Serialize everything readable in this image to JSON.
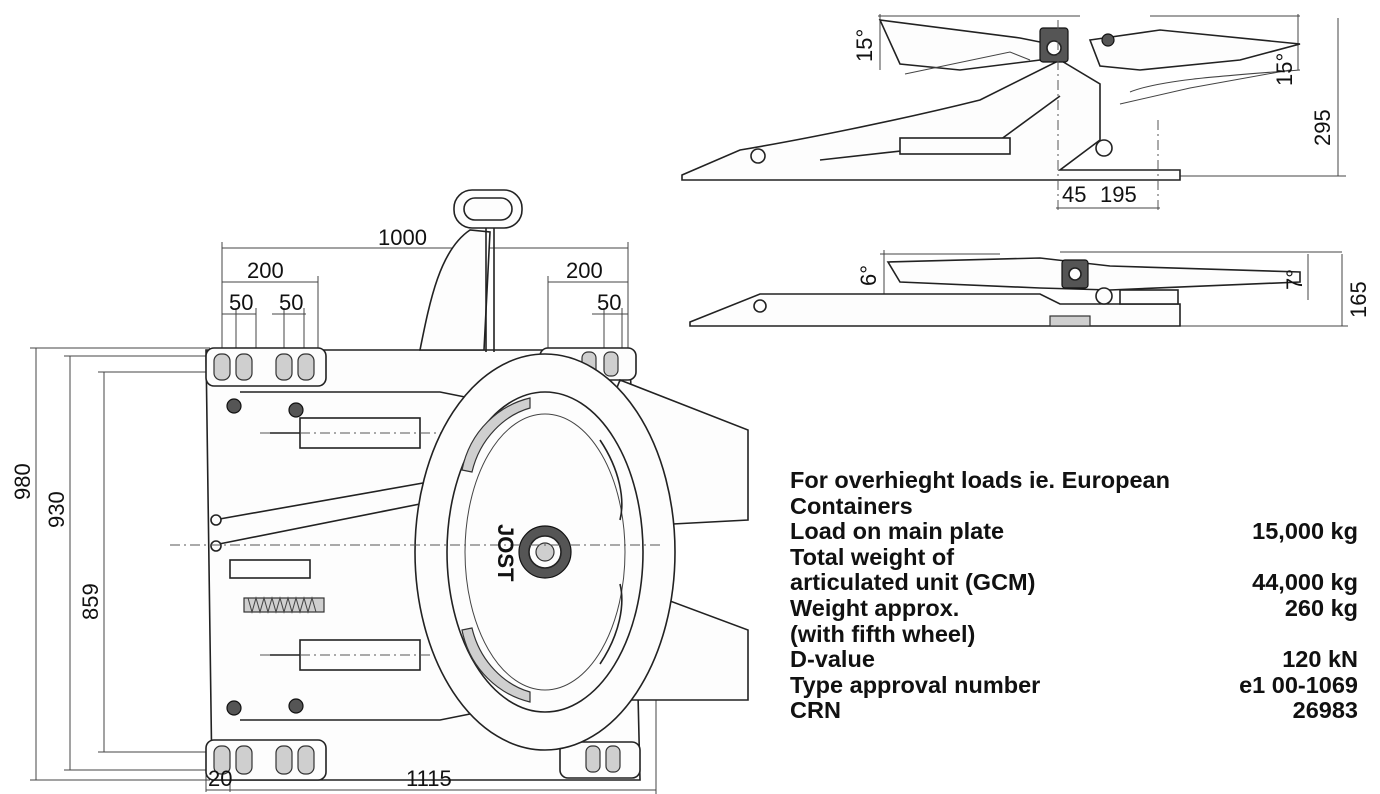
{
  "dimensions": {
    "width_1000": "1000",
    "left_200": "200",
    "left_50a": "50",
    "left_50b": "50",
    "right_200": "200",
    "right_50": "50",
    "height_980": "980",
    "height_930": "930",
    "height_859": "859",
    "bottom_20": "20",
    "bottom_1115": "1115",
    "side_15_left": "15°",
    "side_15_right": "15°",
    "side_295": "295",
    "side_45": "45",
    "side_195": "195",
    "side_6": "6°",
    "side_7": "7°",
    "side_165": "165"
  },
  "plate_logo": "JOST",
  "specs": {
    "heading_line1": "For overhieght loads ie. European",
    "heading_line2": "Containers",
    "rows": [
      {
        "label": "Load on main plate",
        "value": "15,000 kg"
      },
      {
        "label": "Total weight of",
        "value": ""
      },
      {
        "label": "articulated unit (GCM)",
        "value": "44,000 kg"
      },
      {
        "label": "Weight approx.",
        "value": "260 kg"
      },
      {
        "label": "(with fifth wheel)",
        "value": ""
      },
      {
        "label": "D-value",
        "value": "120 kN"
      },
      {
        "label": "Type approval number",
        "value": "e1 00-1069"
      },
      {
        "label": "CRN",
        "value": "26983"
      }
    ]
  }
}
